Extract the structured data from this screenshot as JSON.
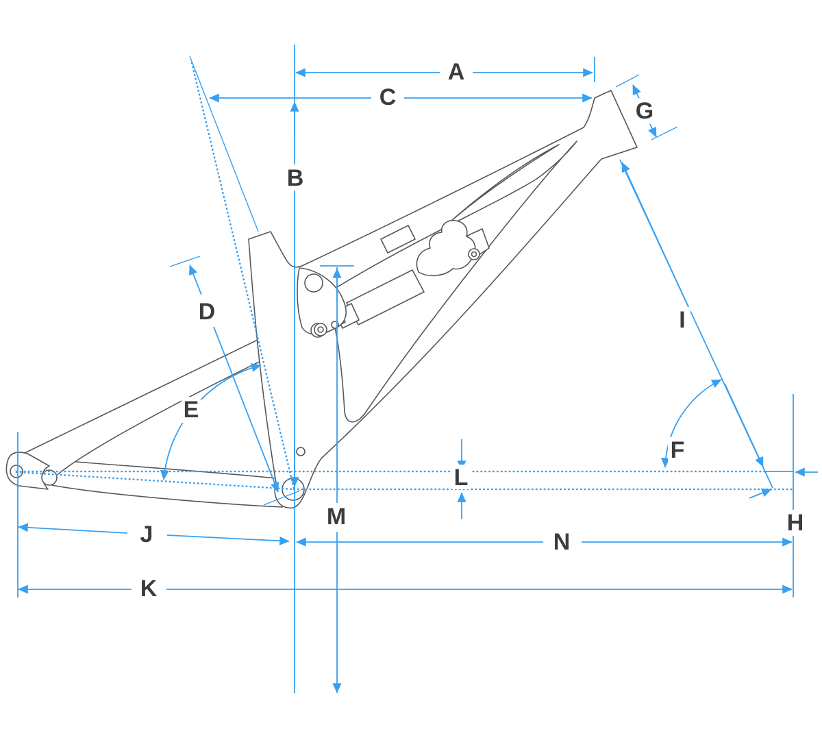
{
  "page_title": "Bicycle frame geometry diagram",
  "colors": {
    "dimension_blue": "#36a0f2",
    "frame_gray": "#55575a",
    "label_ink": "#3b3c3e",
    "background": "#ffffff"
  },
  "diagram": {
    "type": "bike-frame-geometry-drawing",
    "labels": [
      {
        "char": "A"
      },
      {
        "char": "B"
      },
      {
        "char": "C"
      },
      {
        "char": "D"
      },
      {
        "char": "E"
      },
      {
        "char": "F"
      },
      {
        "char": "G"
      },
      {
        "char": "H"
      },
      {
        "char": "I"
      },
      {
        "char": "J"
      },
      {
        "char": "K"
      },
      {
        "char": "L"
      },
      {
        "char": "M"
      },
      {
        "char": "N"
      }
    ]
  }
}
